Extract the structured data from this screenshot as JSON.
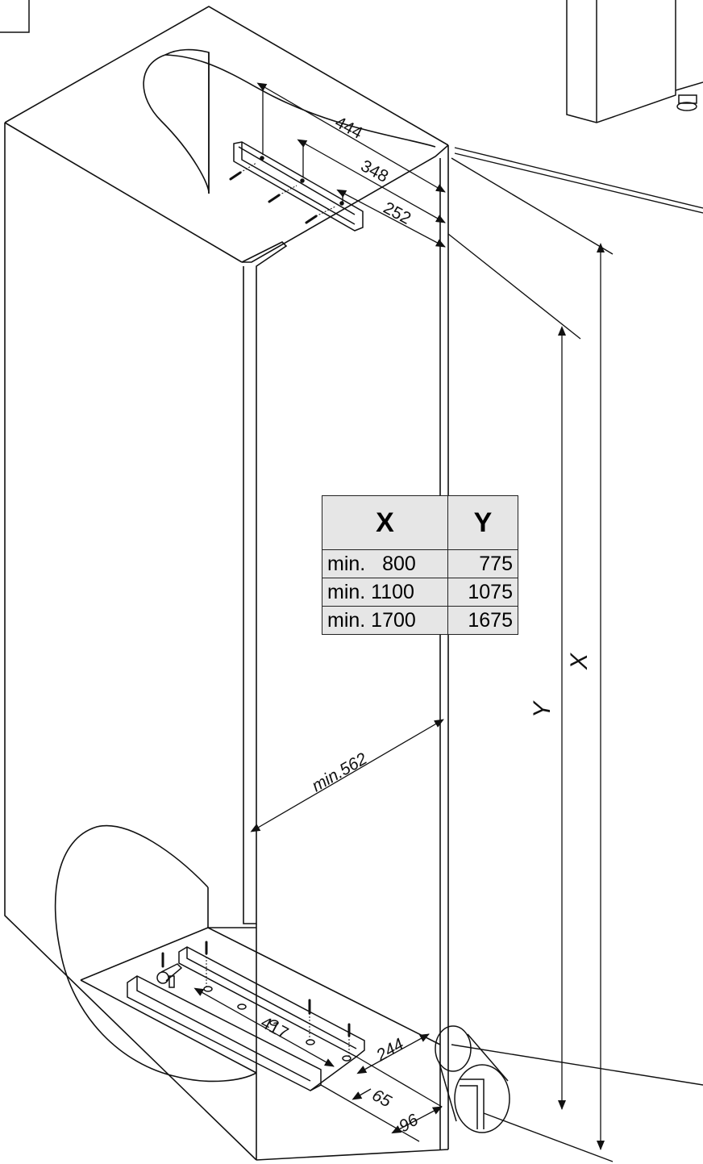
{
  "dimensions": {
    "d444": "444",
    "d348": "348",
    "d252": "252",
    "min562": "min.562",
    "d417": "417",
    "d244": "244",
    "d65": "65",
    "d96": "96"
  },
  "axes": {
    "x_label": "X",
    "y_label": "Y"
  },
  "table": {
    "headers": [
      "X",
      "Y"
    ],
    "rows": [
      {
        "x": "min.   800",
        "y": "775"
      },
      {
        "x": "min. 1100",
        "y": "1075"
      },
      {
        "x": "min. 1700",
        "y": "1675"
      }
    ]
  },
  "colors": {
    "line": "#111111",
    "table_bg": "#e6e6e6"
  }
}
